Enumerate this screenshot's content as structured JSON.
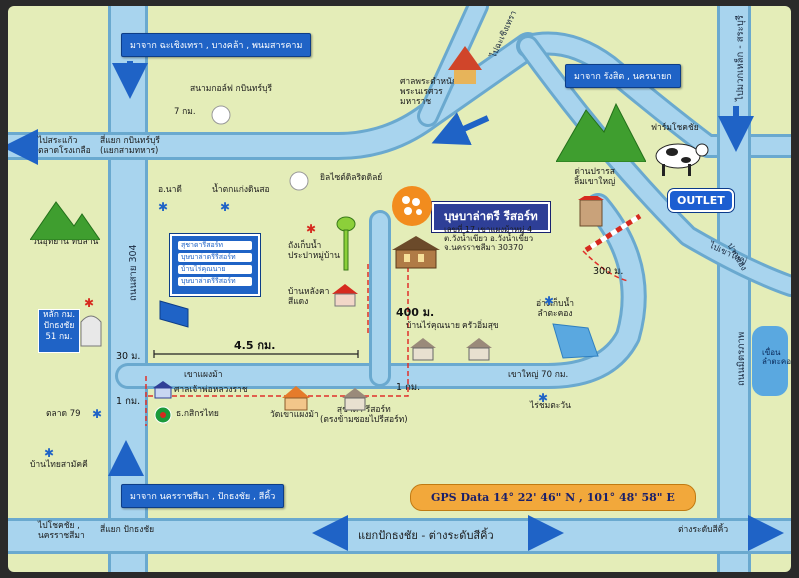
{
  "map": {
    "boxes": {
      "from_chachoengsao": "มาจาก ฉะเชิงเทรา , บางคล้า , พนมสารคาม",
      "from_rangsit": "มาจาก รังสิต , นครนายก",
      "from_korat": "มาจาก นครราชสีมา , ปักธงชัย , สีคิ้ว"
    },
    "roads": {
      "to_chachoengsao_top": "ไปฉะเชิงเทรา",
      "to_saraburi": "ไปมวกเหล็ก - สระบุรี",
      "road_304": "ถนนสาย 304",
      "mittraphap": "ถนนมิตรภาพ",
      "khao_yai_road": "ไปเขาใหญ่",
      "pak_chong": "ปากช่อง",
      "khao_yai_70km": "เขาใหญ่ 70 กม.",
      "khao_pang_ma": "เขาแผงม้า",
      "bottom_road": "แยกปักธงชัย - ต่างระดับสีคิ้ว"
    },
    "places": {
      "rail_pole": "สนามกอล์ฟ กบินทร์บุรี",
      "km7": "7 กม.",
      "to_prachin": "ไปสระแก้ว\nตลาดโรงเกลือ",
      "intersection_kabin": "สี่แยก กบินทร์บุรี\n(แยกสามทหาร)",
      "shrine": "ศาลพระตำหนัก\nพระนเรศวร\nมหาราช",
      "golf_ball": "ยิลไซต์ดิลริดดิลย์",
      "amphur": "อ.นาดี",
      "waterfall": "น้ำตกแก่งดินสอ",
      "forest": "วนอุทยาน ทับลาน",
      "water_tower": "ถังเก็บน้ำ\nประปาหมู่บ้าน",
      "red_house": "บ้านหลังคา\nสีแดง",
      "farm": "ฟาร์มโชคชัย",
      "toll": "ด่านปรารส\nลิ้มเขาใหญ่",
      "reservoir": "อ่างเก็บน้ำ\nลำตะคอง",
      "milestone_head": "หลัก กม.",
      "milestone_name": "ปักธงชัย",
      "milestone_km": "51 กม.",
      "km30": "30 ม.",
      "km45": "4.5 กม.",
      "m400": "400 ม.",
      "km1": "1 กม.",
      "m300": "300 ม.",
      "km1b": "1 กม.",
      "house_pink": "บ้านไร่คุณนาย",
      "house_sukhum": "ครัวอิ่มสุข",
      "shrine_small": "ศาลเจ้าพ่อหลวงราช",
      "bank": "ธ.กสิกรไทย",
      "temple": "วัดเขาแผงม้า",
      "suchada": "สุชาดา รีสอร์ท\n(ตรงข้ามซอยไปรีสอร์ท)",
      "market": "ตลาด 79",
      "bang_kha": "บ้านไทยสามัคคี",
      "rai_wat": "ไร่ชมตะวัน",
      "to_korat": "ไปโชคชัย ,\nนครราชสีมา",
      "intersection_pak": "สี่แยก ปักธงชัย",
      "to_sikhio": "ต่างระดับสีคิ้ว",
      "dam": "เขื่อน\nลำตะคอง"
    },
    "signboard_lines": [
      "สุชาดารีสอร์ท",
      "บุษบาล่าตรีรีสอร์ท",
      "บ้านไร่คุณนาย",
      "บุษบาล่าตรีรีสอร์ท"
    ],
    "resort": {
      "title": "บุษบาล่าตรี รีสอร์ท",
      "address": "เลขที่ 17 เขาแผงม้าหมู่ 4\nต.วังน้ำเขียว อ.วังน้ำเขียว\nจ.นครราชสีมา 30370"
    },
    "outlet": "OUTLET",
    "gps": "GPS Data  14° 22' 46\" N , 101° 48' 58\" E",
    "colors": {
      "background": "#e4edb8",
      "road": "#a8d4ee",
      "road_edge": "#6aa9cf",
      "sign_blue": "#1f63c6",
      "gps_orange": "#f2a83b",
      "route_red": "#e0302a"
    },
    "icons": [
      "mountain-icon",
      "cow-icon",
      "temple-icon",
      "house-icon",
      "golf-ball-icon",
      "star-icon",
      "arrow-icon",
      "barrier-icon",
      "flower-logo-icon",
      "bank-icon"
    ]
  }
}
